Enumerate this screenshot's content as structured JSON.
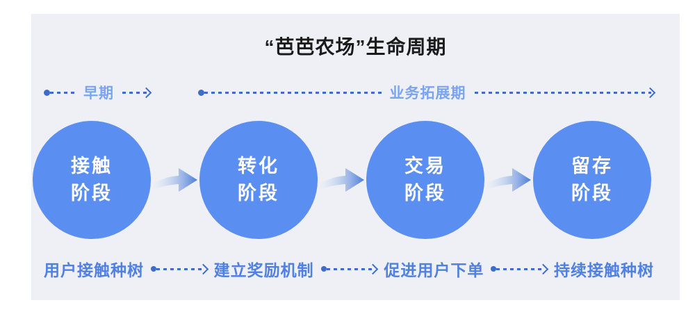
{
  "title": "“芭芭农场”生命周期",
  "timeline": {
    "phases": [
      {
        "label": "早期"
      },
      {
        "label": "业务拓展期"
      }
    ]
  },
  "stages": [
    {
      "line1": "接触",
      "line2": "阶段",
      "note": "用户接触种树"
    },
    {
      "line1": "转化",
      "line2": "阶段",
      "note": "建立奖励机制"
    },
    {
      "line1": "交易",
      "line2": "阶段",
      "note": "促进用户下单"
    },
    {
      "line1": "留存",
      "line2": "阶段",
      "note": "持续接触种树"
    }
  ],
  "colors": {
    "panel_background": "#eef0f5",
    "circle_fill": "#5a8ef0",
    "circle_text": "#ffffff",
    "timeline_line": "#3e6ccb",
    "timeline_label": "#7aa4f2",
    "note_label": "#4f80e2",
    "stage_arrow_end": "#4a7cd9"
  }
}
